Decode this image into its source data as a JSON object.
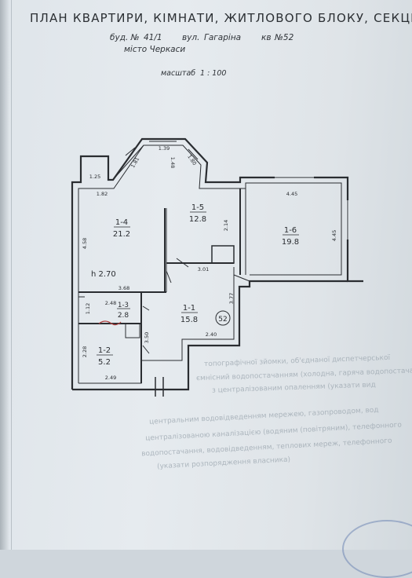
{
  "header": {
    "title": "ПЛАН КВАРТИРИ, КІМНАТИ, ЖИТЛОВОГО БЛОКУ, СЕКЦІЇ",
    "building_label": "буд. №",
    "building_no": "41/1",
    "street_label": "вул.",
    "street": "Гагаріна",
    "apt_label": "кв",
    "apt_no": "№52",
    "city": "місто Черкаси",
    "scale_label": "масштаб",
    "scale_value": "1 : 100"
  },
  "plan": {
    "apartment_badge": "52",
    "rooms": [
      {
        "id": "1-4",
        "area": "21.2"
      },
      {
        "id": "1-5",
        "area": "12.8"
      },
      {
        "id": "1-6",
        "area": "19.8"
      },
      {
        "id": "1-1",
        "area": "15.8"
      },
      {
        "id": "1-3",
        "area": "2.8"
      },
      {
        "id": "1-2",
        "area": "5.2"
      }
    ],
    "height": "h 2.70",
    "dimensions": [
      "1.39",
      "1.48",
      "1.81",
      "1.80",
      "1.25",
      "1.82",
      "4.45",
      "4.45",
      "4.58",
      "2.14",
      "3.01",
      "3.68",
      "2.48",
      "1.12",
      "3.77",
      "2.40",
      "3.50",
      "2.28",
      "2.49"
    ]
  },
  "reverse_text": [
    "топографічної зйомки, об'єднаної диспетчерської",
    "ємнісний водопостачанням (холодна, гаряча водопостачання",
    "з централізованим опаленням (указати вид",
    "центральним водовідведенням мережею, газопроводом, вод",
    "централізованою каналізацією (водяним (повітряним), телефонного",
    "водопостачання, водовідведенням, теплових мереж, телефонного",
    "(указати розпорядження власника)"
  ]
}
